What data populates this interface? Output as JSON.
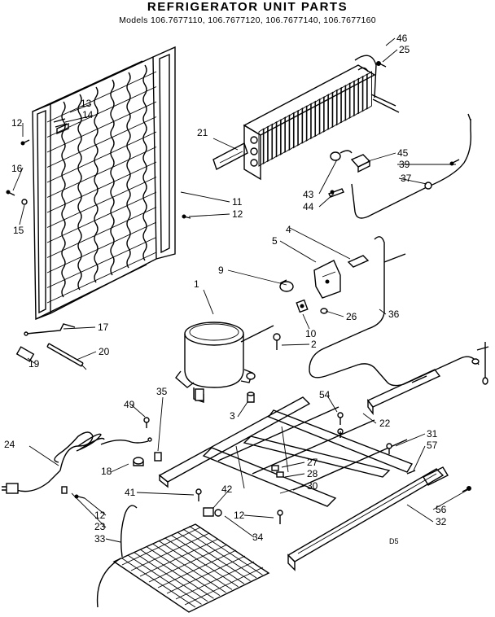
{
  "header": {
    "title": "REFRIGERATOR UNIT PARTS",
    "models": "Models 106.7677110, 106.7677120, 106.7677140, 106.7677160"
  },
  "callouts": [
    "46",
    "25",
    "21",
    "45",
    "39",
    "37",
    "43",
    "44",
    "13",
    "14",
    "12",
    "16",
    "15",
    "11",
    "12",
    "4",
    "5",
    "9",
    "1",
    "26",
    "10",
    "36",
    "2",
    "17",
    "20",
    "19",
    "3",
    "35",
    "49",
    "54",
    "22",
    "24",
    "18",
    "27",
    "28",
    "30",
    "31",
    "57",
    "41",
    "42",
    "12",
    "23",
    "33",
    "12",
    "34",
    "56",
    "32"
  ],
  "footer_code": "D5"
}
